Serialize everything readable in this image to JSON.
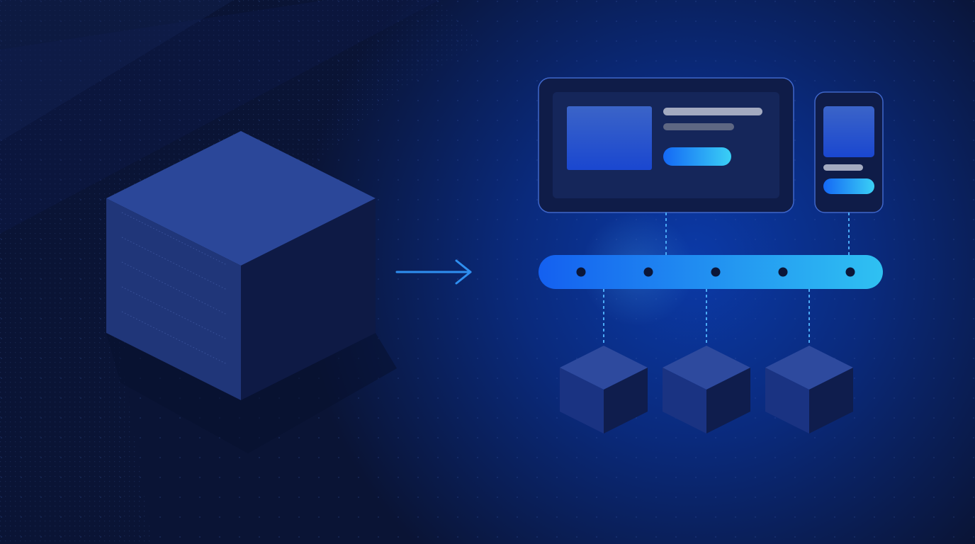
{
  "diagram": {
    "concept": "monolith-to-headless-architecture",
    "colors": {
      "background": "#0a1435",
      "glow": "#0b3aa8",
      "monolith_top": "#2b4799",
      "monolith_left": "#203679",
      "monolith_right": "#0e1a45",
      "frame_stroke": "#3f66c9",
      "frame_fill": "#0f1c48",
      "frame_inner": "#15265a",
      "arrow": "#2f8ff0",
      "bus_start": "#1460f0",
      "bus_end": "#2fc1f2",
      "bus_port": "#0b1638",
      "connector": "#4aa9f5",
      "cube_top": "#2e4a9e",
      "cube_left": "#1a3382",
      "cube_right": "#0f1d4d",
      "text_line_light": "#a3aac0",
      "text_line_dark": "#5e6783",
      "button_start": "#1468f5",
      "button_end": "#3ad0f5"
    },
    "elements": {
      "monolith": "monolith-cube",
      "arrow": "right-arrow-icon",
      "desktop_frontend": "desktop-frontend-card",
      "mobile_frontend": "mobile-frontend-card",
      "api_bus": "api-gateway-bus",
      "services": [
        "service-cube-1",
        "service-cube-2",
        "service-cube-3"
      ]
    },
    "api_port_count": 5,
    "service_count": 3
  }
}
